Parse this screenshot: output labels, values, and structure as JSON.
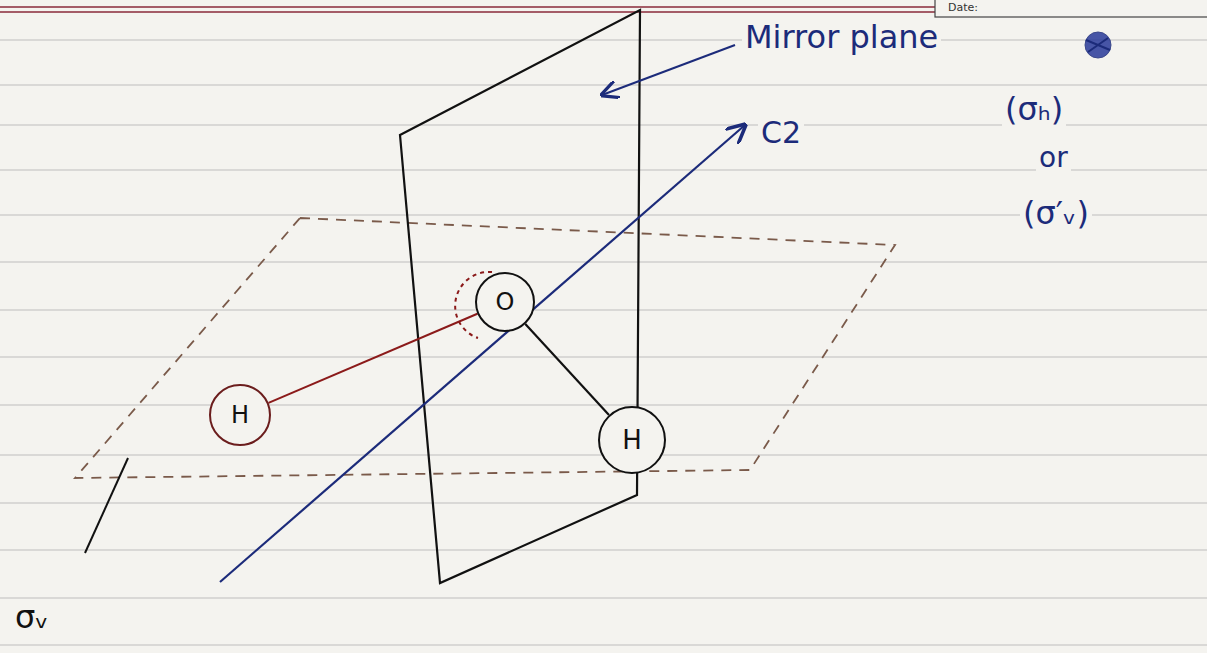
{
  "diagram": {
    "nodes": [
      {
        "text": [
          "O"
        ]
      },
      {
        "text": [
          "H"
        ]
      },
      {
        "text": [
          "H"
        ]
      }
    ],
    "edges": [
      {
        "from": 1,
        "to": 0,
        "arrow": "none"
      },
      {
        "from": 0,
        "to": 2,
        "arrow": "none"
      }
    ],
    "labels": [
      "Date:",
      "Mirror plane",
      "C2",
      "(σₕ)",
      "or",
      "(σ′ᵥ)",
      "σᵥ"
    ]
  }
}
